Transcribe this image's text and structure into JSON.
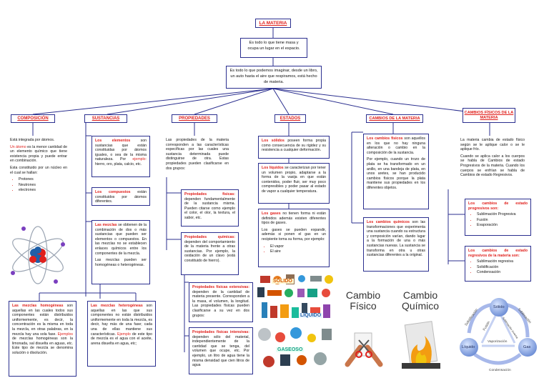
{
  "title": "LA MATERIA",
  "def1": "Es todo lo que tiene masa y ocupa un lugar en el espacio.",
  "def2": "Es todo lo que podemos imaginar, desde un libro, un auto hasta el aire que respiramos, está hecho de materia.",
  "headers": {
    "composicion": "COMPOSICIÓN",
    "sustancias": "SUSTANCIAS",
    "propiedades": "PROPIEDADES",
    "estados": "ESTADOS",
    "cambios": "CAMBIOS DE LA MATERIA",
    "cambios_fisicos": "CAMBIOS FÍSICOS DE LA MATERIA"
  },
  "composicion": {
    "p1": "Está integrada por átomos.",
    "p2_red": "Un átomo",
    "p2": " es la menor cantidad de un elemento químico que tiene existencia propia y puede entrar en combinación.",
    "p3": "Esta constituido por un núcleo en el cual se hallan:",
    "items": [
      "Protones",
      "Neutrones",
      "electrones"
    ]
  },
  "sustancias": {
    "elementos_red": "Los elementos",
    "elementos": " son sustancias que están constituidas por átomos iguales, o sea de la misma naturaleza. Por ",
    "ejemplo_red": "ejemplo:",
    "elementos_end": " hierro, oro, plata, calcio, etc.",
    "compuestos_red": "Los compuestos",
    "compuestos": " están constituidos por átomos diferentes.",
    "mezclas_red": "Las mezclas",
    "mezclas": " se obtienen de la combinación de dos o más sustancias que pueden ser elementos o compuestos. En las mezclas no se establecen enlaces químicos entre los componentes de la mezcla.",
    "mezclas2": "Las mezclas pueden ser homogéneas o heterogéneas.",
    "homog_red": "Las mezclas homogéneas",
    "homog": " son aquellas en las cuales todos sus componentes están distribuidos uniformemente, es decir, la concentración es la misma en toda la mezcla, en otras palabras, en la mezcla hay una sola fase. ",
    "homog_ej_red": "Ejemplos",
    "homog_ej": " de mezclas homogéneas son la limonada, sal disuelta en aguas, etc. Este tipo de mezcla se denomina solución o disolución.",
    "heter_red": "Las mezclas heterogéneas",
    "heter": " son aquellas en las que sus componentes no están distribuidos uniformemente en toda la mezcla, es decir, hay más de una fase; cada una de ellas mantiene sus características. ",
    "heter_ej_red": "Ejemplo",
    "heter_ej": " de este tipo de mezcla es el agua con el aceite, arena disuelta en agua, etc;"
  },
  "propiedades": {
    "intro": "Las propiedades de la materia corresponden a las características específicas por las cuales una sustancia determinada puede distinguirse de otra. Estas propiedades pueden clasificarse en dos grupos:",
    "fisicas_red": "Propiedades físicas:",
    "fisicas": " dependen fundamentalmente de la sustancia misma. Pueden citarse como ejemplo el color, el olor, la textura, el sabor, etc.",
    "quimicas_red": "Propiedades químicas:",
    "quimicas": " dependen del comportamiento de la materia frente a otras sustancias. Por ejemplo, la oxidación de un clavo (está constituido de hierro).",
    "extensivas_red": "Propiedades físicas extensivas:",
    "extensivas": " dependen de la cantidad de materia presente. Corresponden a la masa, el volumen, la longitud. Las propiedades físicas pueden clasificarse a su vez en dos grupos:",
    "intensivas_red": "Propiedades físicas intensivas:",
    "intensivas": " dependen sólo del material, independientemente de la cantidad que se tenga, del volumen que ocupe, etc. Por ejemplo, un litro de agua tiene la misma densidad que cien litros de agua"
  },
  "estados": {
    "solidos_red": "Los sólidos",
    "solidos": " poseen forma propia como consecuencia de su rigidez y su resistencia a cualquier deformación.",
    "liquidos_red": "Los líquidos",
    "liquidos": " se caracterizan por tener un volumen propio, adaptarse a la forma de la vasija en que están contenidos, poder fluir, ser muy poco compresibles y poder pasar al estado de vapor a cualquier temperatura.",
    "gases_red": "Los gases",
    "gases": " no tienen forma ni están definidos además existen diferentes tipos de gases.",
    "gases2": "Los gases se pueden expandir, además si ponen el gas en un recipiente toma su forma, por ejemplo:",
    "items": [
      "El vapor",
      "El aire"
    ],
    "img_labels": [
      "SÓLIDO",
      "LÍQUIDO",
      "GASEOSO"
    ]
  },
  "cambios": {
    "fisicos_red": "Los cambios físicos",
    "fisicos": " son aquellos en los que no hay ninguna alteración o cambio en la composición de la sustancia.",
    "fisicos2": "Por ejemplo, cuando un trozo de plata se ha transformado en un anillo, en una bandeja de plata, en unos aretes, se han producido cambios físicos porque la plata mantiene sus propiedades en los diferentes objetos.",
    "quimicos_red": "Los cambios químicos",
    "quimicos": " son las transformaciones que experimenta una sustancia cuando su estructura y composición varían, dando lugar a la formación de una o más sustancias nuevas. La sustancia se transforma en otra u otras sustancias diferentes a la original.",
    "img_fisico": "Cambio Físico",
    "img_quimico": "Cambio Químico"
  },
  "cambios_fisicos": {
    "intro": "La materia cambia de estado físico según se le aplique calor o se le aplique frío.",
    "intro2": "Cuando se aplica calor a los cuerpos se habla de Cambios de estado Progresivos de la materia. Cuando los cuerpos se enfrían se habla de Cambios de estado Regresivos.",
    "prog_red": "Los cambios de estado progresivos son:",
    "prog_items": [
      "Sublimación Progresiva",
      "Fusión",
      "Evaporación"
    ],
    "reg_red": "Los cambios de estado regresivos de la materia son:",
    "reg_items": [
      "Sublimación regresiva",
      "Solidificación",
      "Condensación"
    ],
    "cycle": {
      "solido": "Sólido",
      "liquido": "Líquido",
      "gas": "Gas",
      "fusion": "Fusión",
      "solidificacion": "Solidificación",
      "sublimacion": "Sublimación",
      "sublimacion_inversa": "Sublimación inversa",
      "vaporizacion": "Vaporización",
      "condensacion": "Condensación"
    }
  },
  "colors": {
    "accent": "#e0201c",
    "border": "#2b2f8f"
  }
}
